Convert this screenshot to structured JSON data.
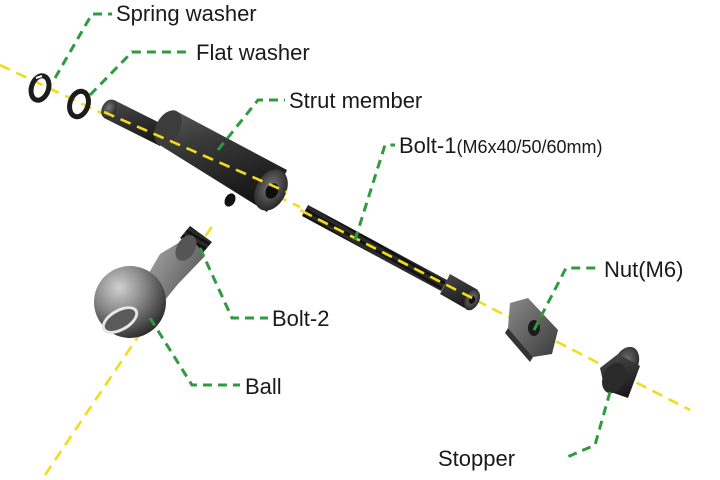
{
  "diagram": {
    "labels": {
      "spring_washer": "Spring washer",
      "flat_washer": "Flat washer",
      "strut_member": "Strut member",
      "bolt1": "Bolt-1",
      "bolt1_spec": "(M6x40/50/60mm)",
      "nut": "Nut(M6)",
      "bolt2": "Bolt-2",
      "ball": "Ball",
      "stopper": "Stopper"
    },
    "colors": {
      "leader_line": "#2e9b3e",
      "axis_line": "#f2dc1a",
      "metal_dark": "#2a2a2a",
      "metal_light": "#9a9a9a"
    }
  }
}
